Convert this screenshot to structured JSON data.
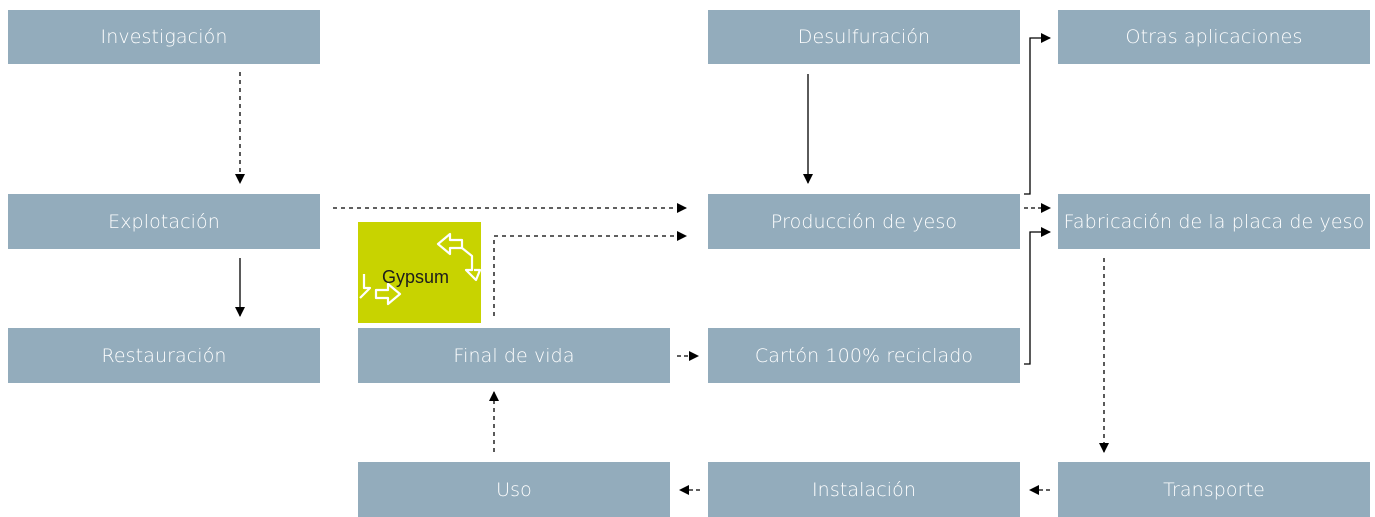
{
  "nodes": {
    "investigacion": "Investigación",
    "explotacion": "Explotación",
    "restauracion": "Restauración",
    "final_de_vida": "Final de vida",
    "uso": "Uso",
    "desulfuracion": "Desulfuración",
    "produccion_de_yeso": "Producción de yeso",
    "carton_reciclado": "Cartón 100% reciclado",
    "instalacion": "Instalación",
    "otras_aplicaciones": "Otras aplicaciones",
    "fabricacion_placa": "Fabricación de la placa de yeso",
    "transporte": "Transporte"
  },
  "logo": {
    "text": "Gypsum",
    "background_color": "#c8d300",
    "icon": "recycle-arrows-icon"
  },
  "colors": {
    "box": "#93acbc",
    "box_text": "#ffffff",
    "arrow": "#000000"
  }
}
